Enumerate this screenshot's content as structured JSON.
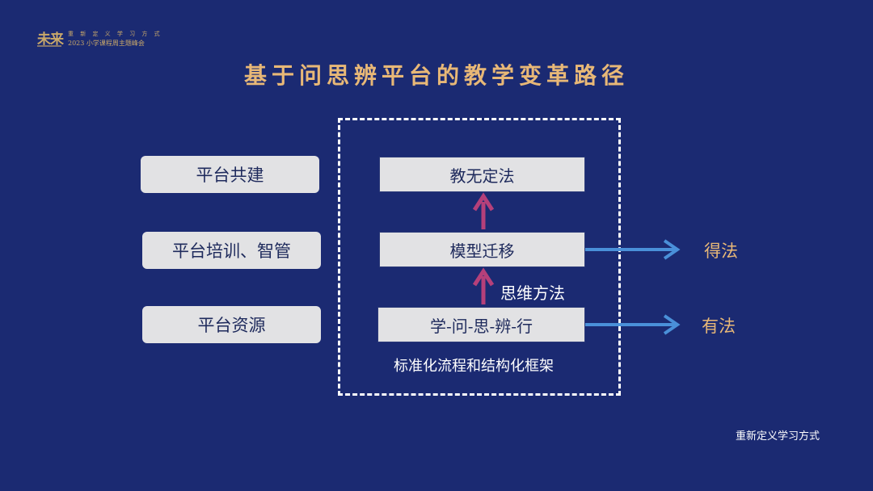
{
  "logo": {
    "glyph": "未来",
    "line1": "重 新 定 义 学 习 方 式",
    "line2": "2023 小学课程周主题峰会"
  },
  "title": "基于问思辨平台的教学变革路径",
  "left_boxes": [
    "平台共建",
    "平台培训、智管",
    "平台资源"
  ],
  "center_boxes": {
    "top": "教无定法",
    "middle": "模型迁移",
    "bottom": "学-问-思-辨-行"
  },
  "labels": {
    "method": "思维方法",
    "framework": "标准化流程和结构化框架",
    "result_top": "得法",
    "result_bottom": "有法"
  },
  "footer": "重新定义学习方式",
  "colors": {
    "background": "#1b2a72",
    "title_gold": "#e8b877",
    "up_arrow": "#b5407a",
    "right_arrow": "#4a90d9",
    "box_fill": "#e2e2e4"
  }
}
